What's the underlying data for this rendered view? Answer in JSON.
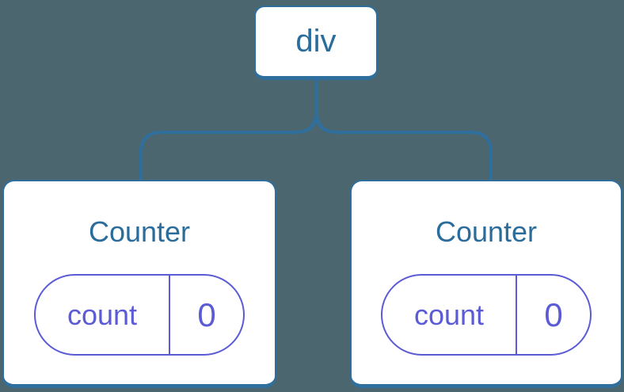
{
  "diagram": {
    "root": {
      "label": "div"
    },
    "children": [
      {
        "title": "Counter",
        "state": [
          {
            "name": "count",
            "value": "0"
          }
        ]
      },
      {
        "title": "Counter",
        "state": [
          {
            "name": "count",
            "value": "0"
          }
        ]
      }
    ]
  },
  "colors": {
    "bg": "#4C6670",
    "blue": "#2E6F9E",
    "blue-text": "#2A6C9B",
    "purple": "#5B5BD6",
    "node-bg": "#FFFFFF"
  }
}
